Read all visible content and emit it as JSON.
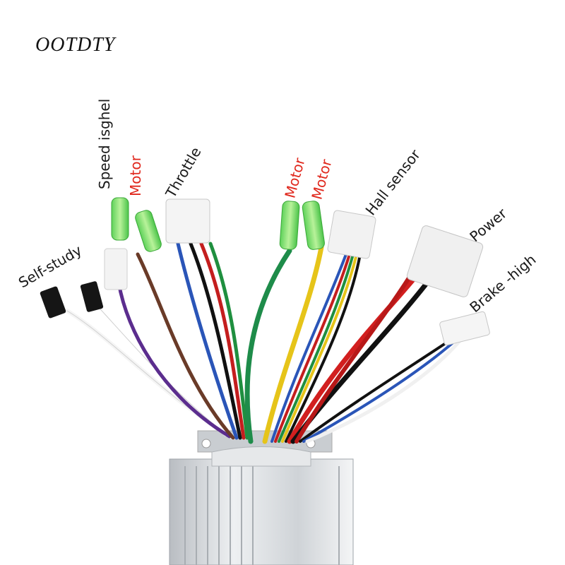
{
  "brand": "OOTDTY",
  "labels": {
    "self_study": "Self-study",
    "speed_signal": "Speed isghel",
    "motor_1": "Motor",
    "throttle": "Throttle",
    "motor_2": "Motor",
    "motor_3": "Motor",
    "hall_sensor": "Hall sensor",
    "power": "Power",
    "brake_high": "Brake -high"
  },
  "colors": {
    "background": "#ffffff",
    "label_dark": "#1a1a1a",
    "label_red": "#e0281d",
    "connector_green": "#7ee06a",
    "connector_white": "#f2f2f2",
    "housing": "#d6d9dc"
  }
}
